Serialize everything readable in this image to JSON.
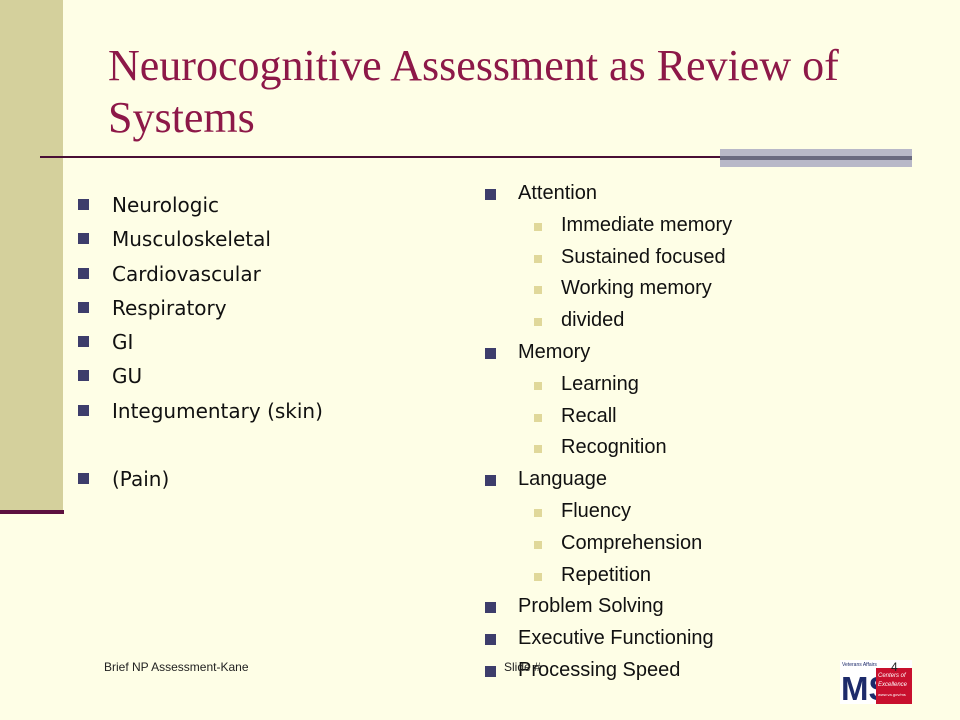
{
  "slide": {
    "title": "Neurocognitive Assessment as Review of Systems",
    "left_items": [
      "Neurologic",
      "Musculoskeletal",
      "Cardiovascular",
      "Respiratory",
      "GI",
      "GU",
      "Integumentary (skin)",
      "(Pain)"
    ],
    "right_groups": [
      {
        "label": "Attention",
        "subitems": [
          "Immediate memory",
          "Sustained focused",
          "Working memory",
          "divided"
        ]
      },
      {
        "label": "Memory",
        "subitems": [
          "Learning",
          "Recall",
          "Recognition"
        ]
      },
      {
        "label": "Language",
        "subitems": [
          "Fluency",
          "Comprehension",
          "Repetition"
        ]
      },
      {
        "label": "Problem Solving",
        "subitems": []
      },
      {
        "label": "Executive Functioning",
        "subitems": []
      },
      {
        "label": "Processing Speed",
        "subitems": []
      }
    ],
    "footer_left": "Brief NP Assessment-Kane",
    "footer_mid": "Slide #",
    "page_number": "4",
    "logo_text": {
      "top": "Veterans Affairs",
      "initials": "MS",
      "line1": "Centers of",
      "line2": "Excellence",
      "url": "www.va.gov/ms"
    },
    "colors": {
      "title": "#8d1848",
      "sidebar": "#d4d09c",
      "bullet_main": "#3d3d6b",
      "bullet_sub": "#e0d89a",
      "logo_red": "#c8102e"
    }
  }
}
